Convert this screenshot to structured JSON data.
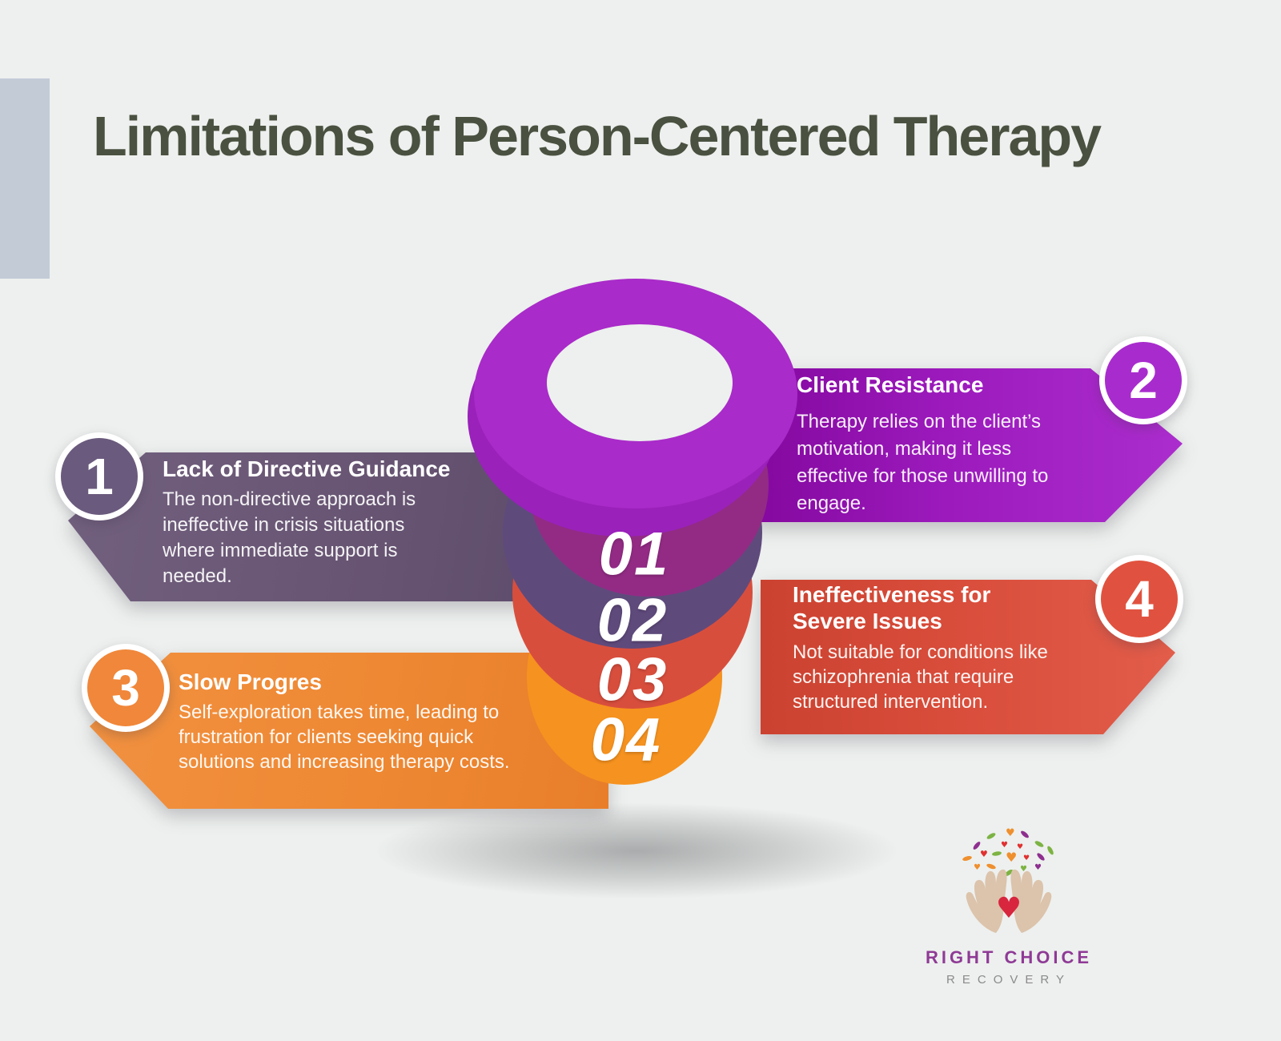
{
  "title": {
    "text": "Limitations of Person-Centered Therapy",
    "color": "#4a5140"
  },
  "background_color": "#edf0ee",
  "accent_bar_color": "#c3cbd7",
  "items": [
    {
      "number": "1",
      "heading_lines": [
        "Lack of Directive Guidance"
      ],
      "body_lines": [
        "The non-directive approach is",
        "ineffective in crisis situations",
        "where immediate support is",
        "needed."
      ],
      "color": "#6a5879"
    },
    {
      "number": "2",
      "heading_lines": [
        "Client Resistance"
      ],
      "body_lines": [
        "Therapy relies on the client’s",
        "motivation, making it less",
        "effective for those unwilling to",
        "engage."
      ],
      "color": "#9c1fbe"
    },
    {
      "number": "3",
      "heading_lines": [
        "Slow Progres"
      ],
      "body_lines": [
        "Self-exploration takes time, leading to",
        "frustration for clients seeking quick",
        "solutions and increasing therapy costs."
      ],
      "color": "#ee8632"
    },
    {
      "number": "4",
      "heading_lines": [
        "Ineffectiveness for",
        "Severe Issues"
      ],
      "body_lines": [
        "Not suitable for conditions like",
        "schizophrenia that require",
        "structured intervention."
      ],
      "color": "#da4f3d"
    }
  ],
  "funnel": {
    "levels": [
      "01",
      "02",
      "03",
      "04"
    ],
    "ring_color": "#a92bc9",
    "level_colors": [
      "#932b85",
      "#5f4a7c",
      "#d84e3d",
      "#f6921f"
    ]
  },
  "logo": {
    "name_line": "RIGHT CHOICE",
    "sub_line": "RECOVERY",
    "name_color": "#8f3a96",
    "sub_color": "#8a8a8a"
  }
}
